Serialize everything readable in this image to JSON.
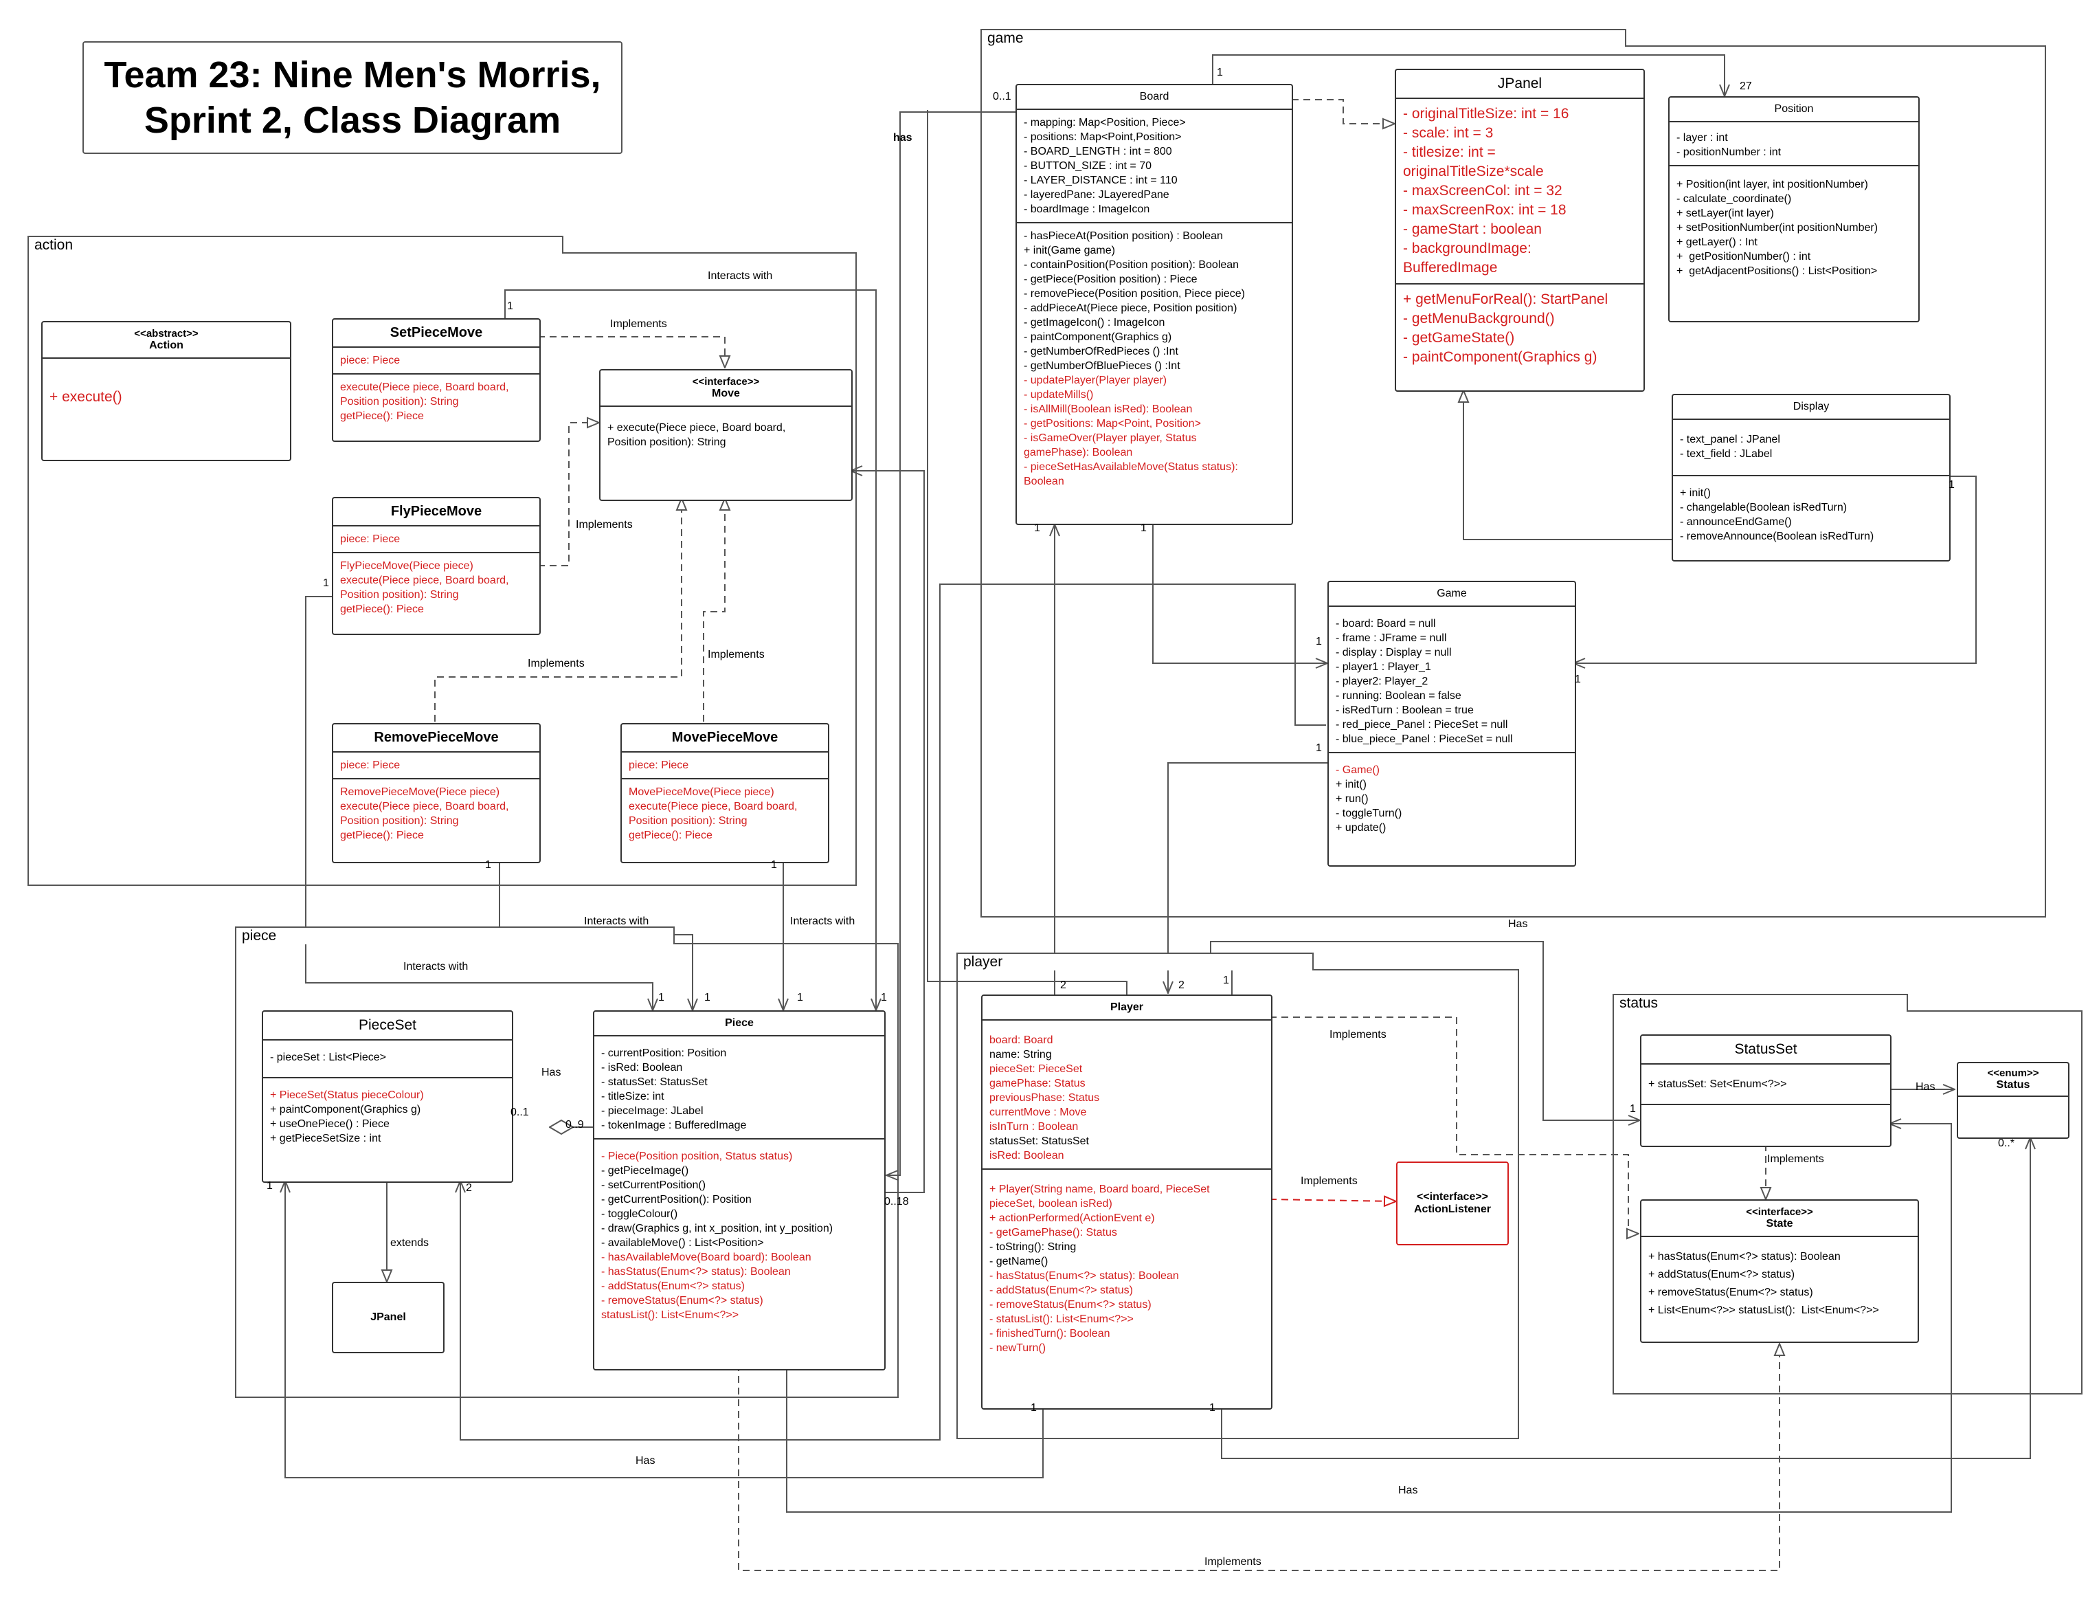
{
  "title": {
    "line1": "Team 23: Nine Men's Morris,",
    "line2": "Sprint 2, Class Diagram"
  },
  "packages": {
    "action": "action",
    "game": "game",
    "piece": "piece",
    "player": "player",
    "status": "status"
  },
  "colors": {
    "black": "#000000",
    "red": "#d41e1e",
    "line": "#555555"
  },
  "classes": {
    "action": {
      "stereotype": "<<abstract>>",
      "name": "Action",
      "methods": [
        "+ execute()"
      ]
    },
    "set_piece_move": {
      "name": "SetPieceMove",
      "attributes": [
        "piece: Piece"
      ],
      "methods": [
        "execute(Piece piece, Board board,",
        "Position position): String",
        "getPiece(): Piece"
      ]
    },
    "move_iface": {
      "stereotype": "<<interface>>",
      "name": "Move",
      "methods": [
        "+ execute(Piece piece, Board board,",
        "Position position): String"
      ]
    },
    "fly_piece_move": {
      "name": "FlyPieceMove",
      "attributes": [
        "piece: Piece"
      ],
      "methods": [
        "FlyPieceMove(Piece piece)",
        "execute(Piece piece, Board board,",
        "Position position): String",
        "getPiece(): Piece"
      ]
    },
    "remove_piece_move": {
      "name": "RemovePieceMove",
      "attributes": [
        "piece: Piece"
      ],
      "methods": [
        "RemovePieceMove(Piece piece)",
        "execute(Piece piece, Board board,",
        "Position position): String",
        "getPiece(): Piece"
      ]
    },
    "move_piece_move": {
      "name": "MovePieceMove",
      "attributes": [
        "piece: Piece"
      ],
      "methods": [
        "MovePieceMove(Piece piece)",
        "execute(Piece piece, Board board,",
        "Position position): String",
        "getPiece(): Piece"
      ]
    },
    "board": {
      "name": "Board",
      "attributes": [
        "- mapping: Map<Position, Piece>",
        "- positions: Map<Point,Position>",
        "- BOARD_LENGTH : int = 800",
        "- BUTTON_SIZE : int = 70",
        "- LAYER_DISTANCE : int = 110",
        "- layeredPane: JLayeredPane",
        "- boardImage : ImageIcon"
      ],
      "methods": [
        "- hasPieceAt(Position position) : Boolean",
        "+ init(Game game)",
        "- containPosition(Position position): Boolean",
        "- getPiece(Position position) : Piece",
        "- removePiece(Position position, Piece piece)",
        "- addPieceAt(Piece piece, Position position)",
        "- getImageIcon() : ImageIcon",
        "- paintComponent(Graphics g)",
        "- getNumberOfRedPieces () :Int",
        "- getNumberOfBluePieces () :Int"
      ],
      "methods_red": [
        "- updatePlayer(Player player)",
        "- updateMills()",
        "- isAllMill(Boolean isRed): Boolean",
        "- getPositions: Map<Point, Position>",
        "- isGameOver(Player player, Status",
        "gamePhase): Boolean",
        "- pieceSetHasAvailableMove(Status status):",
        "Boolean"
      ]
    },
    "jpanel_game": {
      "name": "JPanel",
      "attributes": [
        "- originalTitleSize: int = 16",
        "- scale: int = 3",
        "- titlesize: int =",
        "originalTitleSize*scale",
        "- maxScreenCol: int = 32",
        "- maxScreenRox: int = 18",
        "- gameStart : boolean",
        "- backgroundImage:",
        "BufferedImage"
      ],
      "methods": [
        "+ getMenuForReal(): StartPanel",
        "- getMenuBackground()",
        "- getGameState()",
        "- paintComponent(Graphics g)"
      ]
    },
    "position": {
      "name": "Position",
      "attributes": [
        "- layer : int",
        "- positionNumber : int"
      ],
      "methods": [
        "+ Position(int layer, int positionNumber)",
        "- calculate_coordinate()",
        "+ setLayer(int layer)",
        "+ setPositionNumber(int positionNumber)",
        "+ getLayer() : Int",
        "+  getPositionNumber() : int",
        "+  getAdjacentPositions() : List<Position>"
      ]
    },
    "display": {
      "name": "Display",
      "attributes": [
        "- text_panel : JPanel",
        "- text_field : JLabel"
      ],
      "methods": [
        "+ init()",
        "- changelable(Boolean isRedTurn)",
        "- announceEndGame()",
        "- removeAnnounce(Boolean isRedTurn)"
      ]
    },
    "game": {
      "name": "Game",
      "attributes": [
        "- board: Board = null",
        "- frame : JFrame = null",
        "- display : Display = null",
        "- player1 : Player_1",
        "- player2: Player_2",
        "- running: Boolean = false",
        "- isRedTurn : Boolean = true",
        "- red_piece_Panel : PieceSet = null",
        "- blue_piece_Panel : PieceSet = null"
      ],
      "methods_red": [
        "- Game()"
      ],
      "methods": [
        "+ init()",
        "+ run()",
        "- toggleTurn()",
        "+ update()"
      ]
    },
    "piece_set": {
      "name": "PieceSet",
      "attributes": [
        "- pieceSet : List<Piece>"
      ],
      "methods_red": [
        "+ PieceSet(Status pieceColour)"
      ],
      "methods": [
        "+ paintComponent(Graphics g)",
        "+ useOnePiece() : Piece",
        "+ getPieceSetSize : int"
      ]
    },
    "piece": {
      "name": "Piece",
      "attributes": [
        "- currentPosition: Position",
        "- isRed: Boolean",
        "- statusSet: StatusSet",
        "- titleSize: int",
        "- pieceImage: JLabel",
        "- tokenImage : BufferedImage"
      ],
      "methods_red_top": [
        "- Piece(Position position, Status status)"
      ],
      "methods": [
        "- getPieceImage()",
        "- setCurrentPosition()",
        "- getCurrentPosition(): Position",
        "- toggleColour()",
        "- draw(Graphics g, int x_position, int y_position)",
        "- availableMove() : List<Position>"
      ],
      "methods_red": [
        "- hasAvailableMove(Board board): Boolean",
        "- hasStatus(Enum<?> status): Boolean",
        "- addStatus(Enum<?> status)",
        "- removeStatus(Enum<?> status)",
        "statusList(): List<Enum<?>>"
      ]
    },
    "jpanel_piece": {
      "name": "JPanel"
    },
    "player": {
      "name": "Player",
      "attributes": [
        {
          "t": "board: Board",
          "red": true
        },
        {
          "t": "name: String",
          "red": false
        },
        {
          "t": "pieceSet: PieceSet",
          "red": true
        },
        {
          "t": "gamePhase: Status",
          "red": true
        },
        {
          "t": "previousPhase: Status",
          "red": true
        },
        {
          "t": "currentMove : Move",
          "red": true
        },
        {
          "t": "isInTurn : Boolean",
          "red": true
        },
        {
          "t": "statusSet: StatusSet",
          "red": false
        },
        {
          "t": "isRed: Boolean",
          "red": true
        }
      ],
      "methods": [
        {
          "t": "+ Player(String name, Board board, PieceSet",
          "red": true
        },
        {
          "t": "pieceSet, boolean isRed)",
          "red": true
        },
        {
          "t": "+ actionPerformed(ActionEvent e)",
          "red": true
        },
        {
          "t": "- getGamePhase(): Status",
          "red": true
        },
        {
          "t": "- toString(): String",
          "red": false
        },
        {
          "t": "- getName()",
          "red": false
        },
        {
          "t": "- hasStatus(Enum<?> status): Boolean",
          "red": true
        },
        {
          "t": "- addStatus(Enum<?> status)",
          "red": true
        },
        {
          "t": "- removeStatus(Enum<?> status)",
          "red": true
        },
        {
          "t": "- statusList(): List<Enum<?>>",
          "red": true
        },
        {
          "t": "- finishedTurn(): Boolean",
          "red": true
        },
        {
          "t": "- newTurn()",
          "red": true
        }
      ]
    },
    "action_listener": {
      "stereotype": "<<interface>>",
      "name": "ActionListener"
    },
    "status_set": {
      "name": "StatusSet",
      "attributes": [
        "+ statusSet: Set<Enum<?>>"
      ]
    },
    "status_enum": {
      "stereotype": "<<enum>>",
      "name": "Status"
    },
    "state": {
      "stereotype": "<<interface>>",
      "name": "State",
      "methods": [
        "+ hasStatus(Enum<?> status): Boolean",
        "+ addStatus(Enum<?> status)",
        "+ removeStatus(Enum<?> status)",
        "+ List<Enum<?>> statusList():  List<Enum<?>>"
      ]
    }
  },
  "labels": {
    "interacts_with": "Interacts with",
    "implements": "Implements",
    "has": "Has",
    "has_lower": "has",
    "extends": "extends"
  },
  "multiplicities": {
    "one": "1",
    "two": "2",
    "zero_one": "0..1",
    "zero_nine": "0..9",
    "zero_eighteen": "0..18",
    "twenty_seven": "27",
    "zero_many": "0..*"
  }
}
